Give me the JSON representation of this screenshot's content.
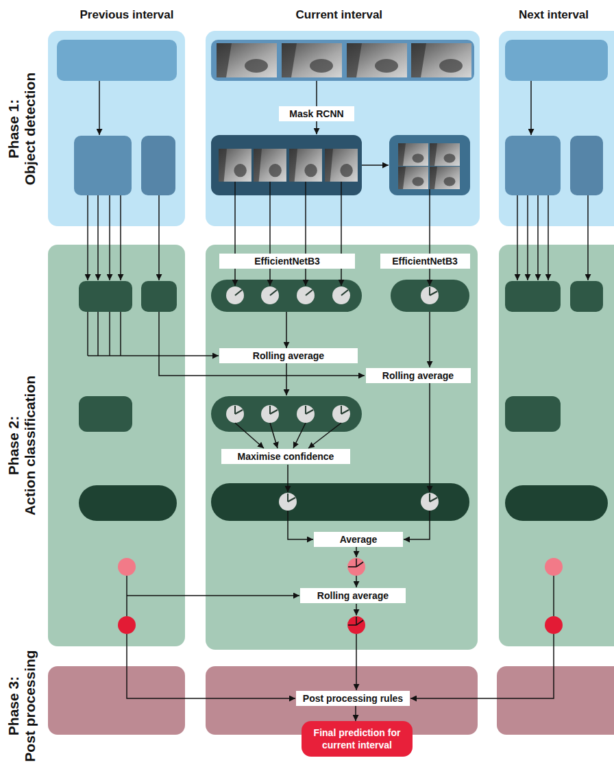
{
  "diagram": {
    "nodes": [
      {
        "text": [
          "Mask RCNN"
        ]
      },
      {
        "text": [
          "EfficientNetB3"
        ]
      },
      {
        "text": [
          "EfficientNetB3"
        ]
      },
      {
        "text": [
          "Rolling average"
        ]
      },
      {
        "text": [
          "Rolling average"
        ]
      },
      {
        "text": [
          "Maximise confidence"
        ]
      },
      {
        "text": [
          "Average"
        ]
      },
      {
        "text": [
          "Rolling average"
        ]
      },
      {
        "text": [
          "Post processing rules"
        ]
      },
      {
        "text": [
          "Final prediction for current interval"
        ]
      }
    ],
    "edges": [
      {
        "from": 8,
        "to": 9,
        "arrow": "to"
      }
    ],
    "labels": [
      "Previous interval",
      "Current interval",
      "Next interval",
      "Phase 1: Object detection",
      "Phase 2: Action classification",
      "Phase 3: Post processing"
    ]
  }
}
